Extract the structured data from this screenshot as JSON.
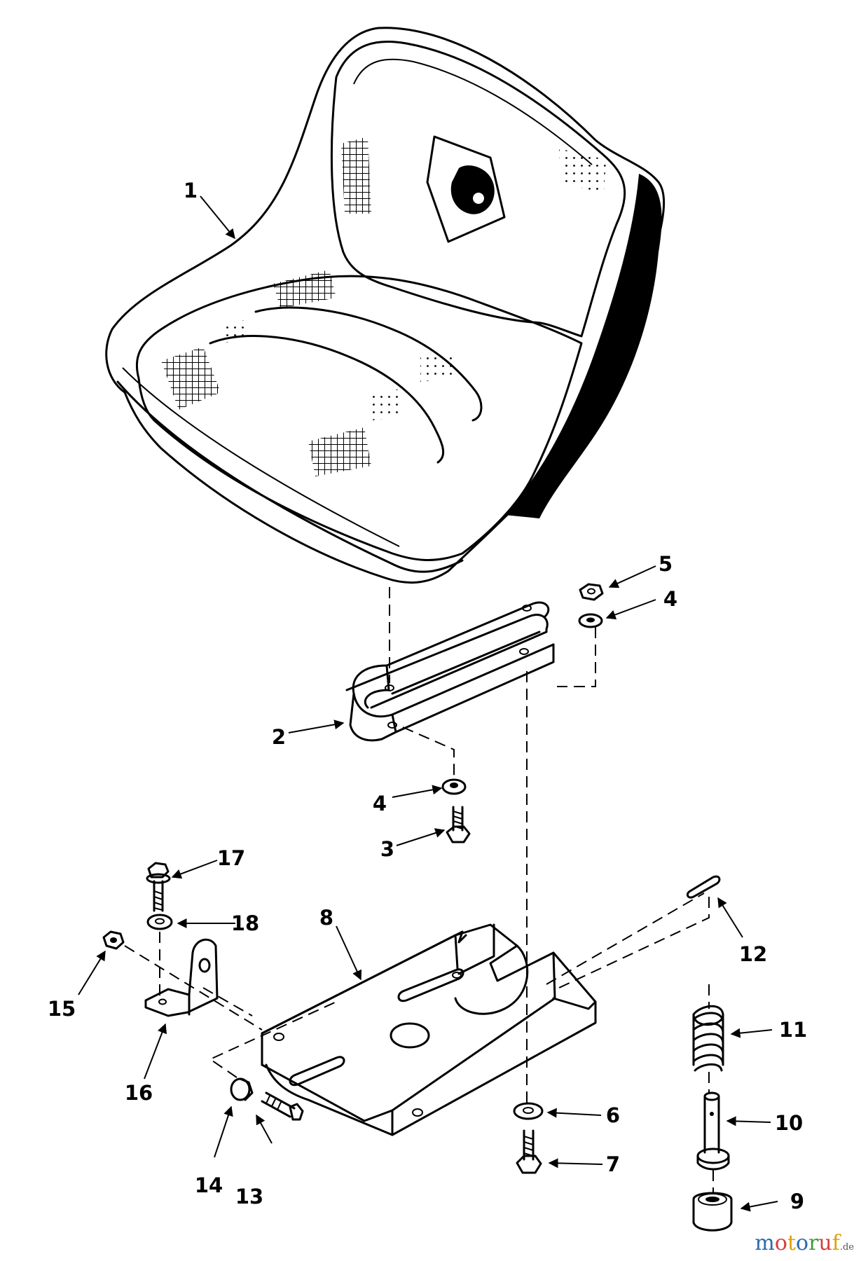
{
  "diagram": {
    "callouts": [
      {
        "id": "c1",
        "text": "1"
      },
      {
        "id": "c2",
        "text": "2"
      },
      {
        "id": "c3",
        "text": "3"
      },
      {
        "id": "c4a",
        "text": "4"
      },
      {
        "id": "c4b",
        "text": "4"
      },
      {
        "id": "c5",
        "text": "5"
      },
      {
        "id": "c6",
        "text": "6"
      },
      {
        "id": "c7",
        "text": "7"
      },
      {
        "id": "c8",
        "text": "8"
      },
      {
        "id": "c9",
        "text": "9"
      },
      {
        "id": "c10",
        "text": "10"
      },
      {
        "id": "c11",
        "text": "11"
      },
      {
        "id": "c12",
        "text": "12"
      },
      {
        "id": "c13",
        "text": "13"
      },
      {
        "id": "c14",
        "text": "14"
      },
      {
        "id": "c15",
        "text": "15"
      },
      {
        "id": "c16",
        "text": "16"
      },
      {
        "id": "c17",
        "text": "17"
      },
      {
        "id": "c18",
        "text": "18"
      }
    ]
  },
  "watermark": {
    "letters": [
      "m",
      "o",
      "t",
      "o",
      "r",
      "u",
      "f"
    ],
    "letter_colors": [
      "#2b6cb0",
      "#d53f3f",
      "#e0a100",
      "#2b6cb0",
      "#3a9d3a",
      "#d53f3f",
      "#e0a100"
    ],
    "suffix": ".de"
  }
}
